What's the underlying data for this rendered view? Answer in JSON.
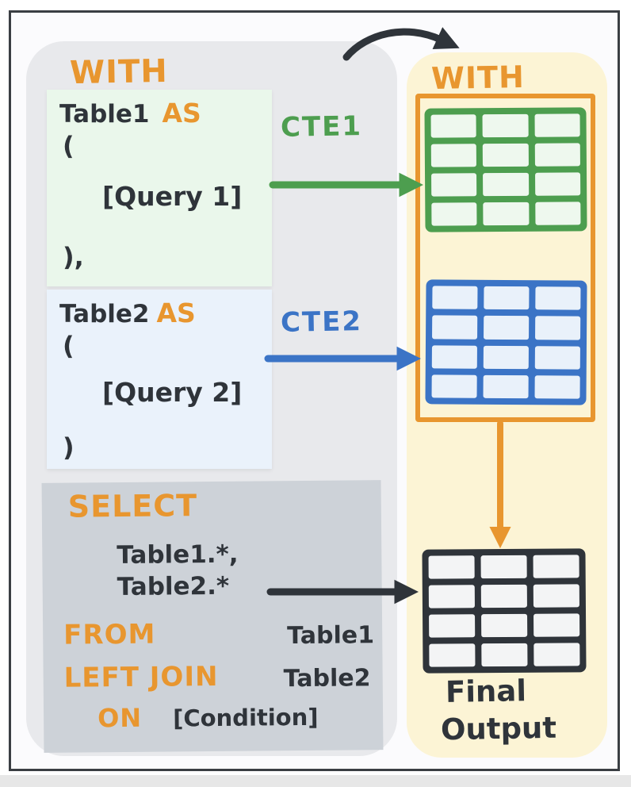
{
  "title": "SQL WITH clause (CTE) flow diagram",
  "colors": {
    "orange": "#E8962F",
    "green": "#4D9E4F",
    "blue": "#3B74C6",
    "dark": "#2F343A",
    "left_panel_bg": "#E8E9EC",
    "cte1_box_bg": "#EAF7EB",
    "cte2_box_bg": "#EAF2FB",
    "select_box_bg": "#CDD2D8",
    "right_panel_bg": "#FCF4D5",
    "green_cell_bg": "#EEF8EE",
    "blue_cell_bg": "#E9F1FA",
    "final_cell_bg": "#F3F4F5"
  },
  "left_panel": {
    "with_keyword": "WITH",
    "cte1_box": {
      "table": "Table1",
      "as_keyword": "AS",
      "open_paren": "(",
      "query_placeholder": "[Query 1]",
      "close_paren": "),"
    },
    "cte1_label": "CTE1",
    "cte2_box": {
      "table": "Table2",
      "as_keyword": "AS",
      "open_paren": "(",
      "query_placeholder": "[Query 2]",
      "close_paren": ")"
    },
    "cte2_label": "CTE2",
    "select_box": {
      "select_keyword": "SELECT",
      "column_1": "Table1.*,",
      "column_2": "Table2.*",
      "from_keyword": "FROM",
      "from_table": "Table1",
      "left_join_keyword": "LEFT JOIN",
      "join_table": "Table2",
      "on_keyword": "ON",
      "condition_placeholder": "[Condition]"
    }
  },
  "right_panel": {
    "with_keyword": "WITH",
    "cte1_table": {
      "rows": 4,
      "cols": 3
    },
    "cte2_table": {
      "rows": 4,
      "cols": 3
    },
    "final_table": {
      "rows": 4,
      "cols": 3
    },
    "final_caption_line1": "Final",
    "final_caption_line2": "Output"
  }
}
